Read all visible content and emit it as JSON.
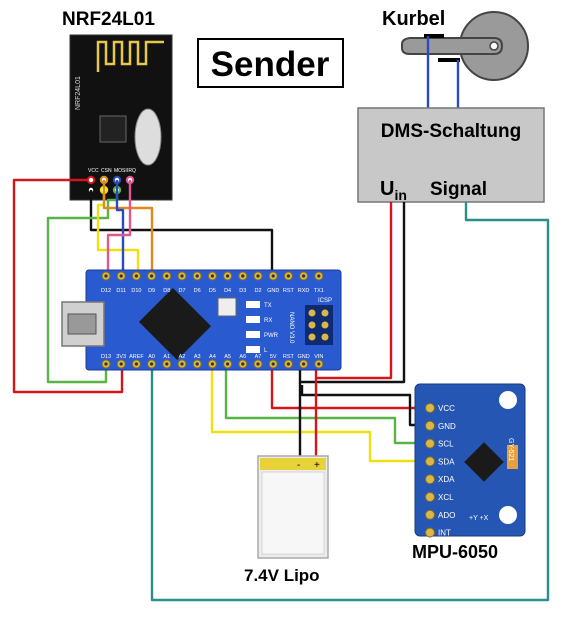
{
  "title": "Sender",
  "modules": {
    "nrf": {
      "label": "NRF24L01",
      "side_text": "NRF24L01",
      "pins": [
        "VCC",
        "CSN",
        "MOSI",
        "IRQ"
      ]
    },
    "crank": {
      "label": "Kurbel"
    },
    "dms": {
      "label": "DMS-Schaltung",
      "uin_main": "U",
      "uin_sub": "in",
      "signal": "Signal"
    },
    "nano": {
      "top_pins": [
        "D12",
        "D11",
        "D10",
        "D9",
        "D8",
        "D7",
        "D6",
        "D5",
        "D4",
        "D3",
        "D2",
        "GND",
        "RST",
        "RXD",
        "TX1"
      ],
      "bottom_pins": [
        "D13",
        "3V3",
        "AREF",
        "A0",
        "A1",
        "A2",
        "A3",
        "A4",
        "A5",
        "A6",
        "A7",
        "5V",
        "RST",
        "GND",
        "VIN"
      ],
      "leds": [
        "TX",
        "RX",
        "PWR",
        "L"
      ],
      "board_text": "NANO V3.0",
      "icsp": "ICSP"
    },
    "mpu": {
      "label": "MPU-6050",
      "pins": [
        "VCC",
        "GND",
        "SCL",
        "SDA",
        "XDA",
        "XCL",
        "ADO",
        "INT"
      ],
      "chip_text": "GY-521",
      "axes": "+Y +X"
    },
    "battery": {
      "label": "7.4V Lipo",
      "minus": "-",
      "plus": "+"
    }
  },
  "colors": {
    "red": "#d8141b",
    "black": "#111111",
    "green": "#58b545",
    "yellow": "#f0e010",
    "orange": "#e08a1c",
    "pink": "#e0588c",
    "blue": "#2a4bbf",
    "teal": "#2a8f8a",
    "board_blue": "#2a5ad0",
    "mpu_blue": "#2656b4",
    "dms_gray": "#c8c8c8"
  }
}
